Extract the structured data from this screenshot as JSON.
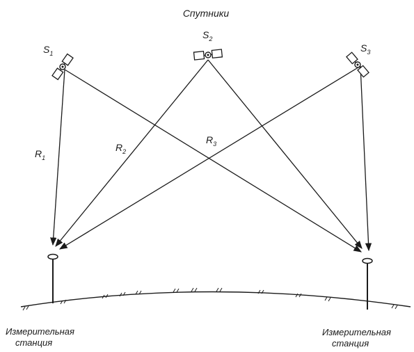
{
  "title": "Спутники",
  "satellites": [
    {
      "letter": "S",
      "sub": "1"
    },
    {
      "letter": "S",
      "sub": "2"
    },
    {
      "letter": "S",
      "sub": "3"
    }
  ],
  "ranges": [
    {
      "letter": "R",
      "sub": "1"
    },
    {
      "letter": "R",
      "sub": "2"
    },
    {
      "letter": "R",
      "sub": "3"
    }
  ],
  "stations": [
    {
      "line1": "Измерительная",
      "line2": "станция"
    },
    {
      "line1": "Измерительная",
      "line2": "станция"
    }
  ]
}
